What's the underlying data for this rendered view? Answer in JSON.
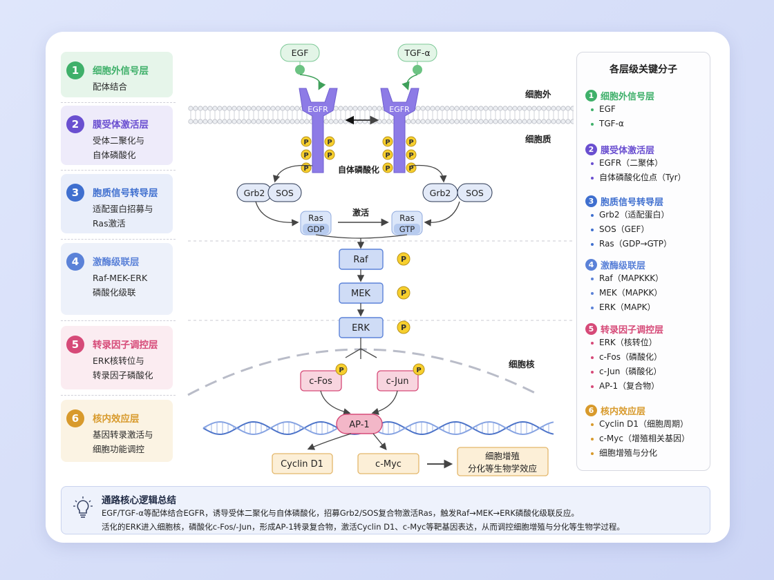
{
  "colors": {
    "l1": "#3fb06a",
    "l2": "#6a4fd0",
    "l3": "#3f6fcf",
    "l4": "#5b82d8",
    "l5": "#d64a78",
    "l6": "#d89a2c"
  },
  "layers": [
    {
      "num": "1",
      "title": "细胞外信号层",
      "desc": "配体结合",
      "color": "#3fb06a",
      "bg": "#e6f5ea"
    },
    {
      "num": "2",
      "title": "膜受体激活层",
      "desc": "受体二聚化与\n自体磷酸化",
      "color": "#6a4fd0",
      "bg": "#eeebfa"
    },
    {
      "num": "3",
      "title": "胞质信号转导层",
      "desc": "适配蛋白招募与\nRas激活",
      "color": "#3f6fcf",
      "bg": "#e9eefa"
    },
    {
      "num": "4",
      "title": "激酶级联层",
      "desc": "Raf-MEK-ERK\n磷酸化级联",
      "color": "#5b82d8",
      "bg": "#edf1fa"
    },
    {
      "num": "5",
      "title": "转录因子调控层",
      "desc": "ERK核转位与\n转录因子磷酸化",
      "color": "#d64a78",
      "bg": "#fbecf1"
    },
    {
      "num": "6",
      "title": "核内效应层",
      "desc": "基因转录激活与\n细胞功能调控",
      "color": "#d89a2c",
      "bg": "#fbf3e3"
    }
  ],
  "diagram": {
    "ligands": [
      "EGF",
      "TGF-α"
    ],
    "receptor": "EGFR",
    "p": "P",
    "regions": {
      "outside": "细胞外",
      "cytoplasm": "细胞质",
      "nucleus": "细胞核"
    },
    "autophos": "自体磷酸化",
    "grb2": "Grb2",
    "sos": "SOS",
    "ras": "Ras",
    "gdp": "GDP",
    "gtp": "GTP",
    "activate": "激活",
    "raf": "Raf",
    "mek": "MEK",
    "erk": "ERK",
    "cfos": "c-Fos",
    "cjun": "c-Jun",
    "ap1": "AP-1",
    "cyclin": "Cyclin D1",
    "cmyc": "c-Myc",
    "effect1": "细胞增殖",
    "effect2": "分化等生物学效应"
  },
  "panel": {
    "title": "各层级关键分子",
    "sections": [
      {
        "num": "1",
        "title": "细胞外信号层",
        "color": "#3fb06a",
        "items": [
          "EGF",
          "TGF-α"
        ]
      },
      {
        "num": "2",
        "title": "膜受体激活层",
        "color": "#6a4fd0",
        "items": [
          "EGFR（二聚体）",
          "自体磷酸化位点（Tyr）"
        ]
      },
      {
        "num": "3",
        "title": "胞质信号转导层",
        "color": "#3f6fcf",
        "items": [
          "Grb2（适配蛋白）",
          "SOS（GEF）",
          "Ras（GDP→GTP）"
        ]
      },
      {
        "num": "4",
        "title": "激酶级联层",
        "color": "#5b82d8",
        "items": [
          "Raf（MAPKKK）",
          "MEK（MAPKK）",
          "ERK（MAPK）"
        ]
      },
      {
        "num": "5",
        "title": "转录因子调控层",
        "color": "#d64a78",
        "items": [
          "ERK（核转位）",
          "c-Fos（磷酸化）",
          "c-Jun（磷酸化）",
          "AP-1（复合物）"
        ]
      },
      {
        "num": "6",
        "title": "核内效应层",
        "color": "#d89a2c",
        "items": [
          "Cyclin D1（细胞周期）",
          "c-Myc（增殖相关基因）",
          "细胞增殖与分化"
        ]
      }
    ]
  },
  "summary": {
    "title": "通路核心逻辑总结",
    "line1": "EGF/TGF-α等配体结合EGFR，诱导受体二聚化与自体磷酸化，招募Grb2/SOS复合物激活Ras，触发Raf→MEK→ERK磷酸化级联反应。",
    "line2": "活化的ERK进入细胞核，磷酸化c-Fos/-Jun，形成AP-1转录复合物，激活Cyclin D1、c-Myc等靶基因表达，从而调控细胞增殖与分化等生物学过程。"
  }
}
